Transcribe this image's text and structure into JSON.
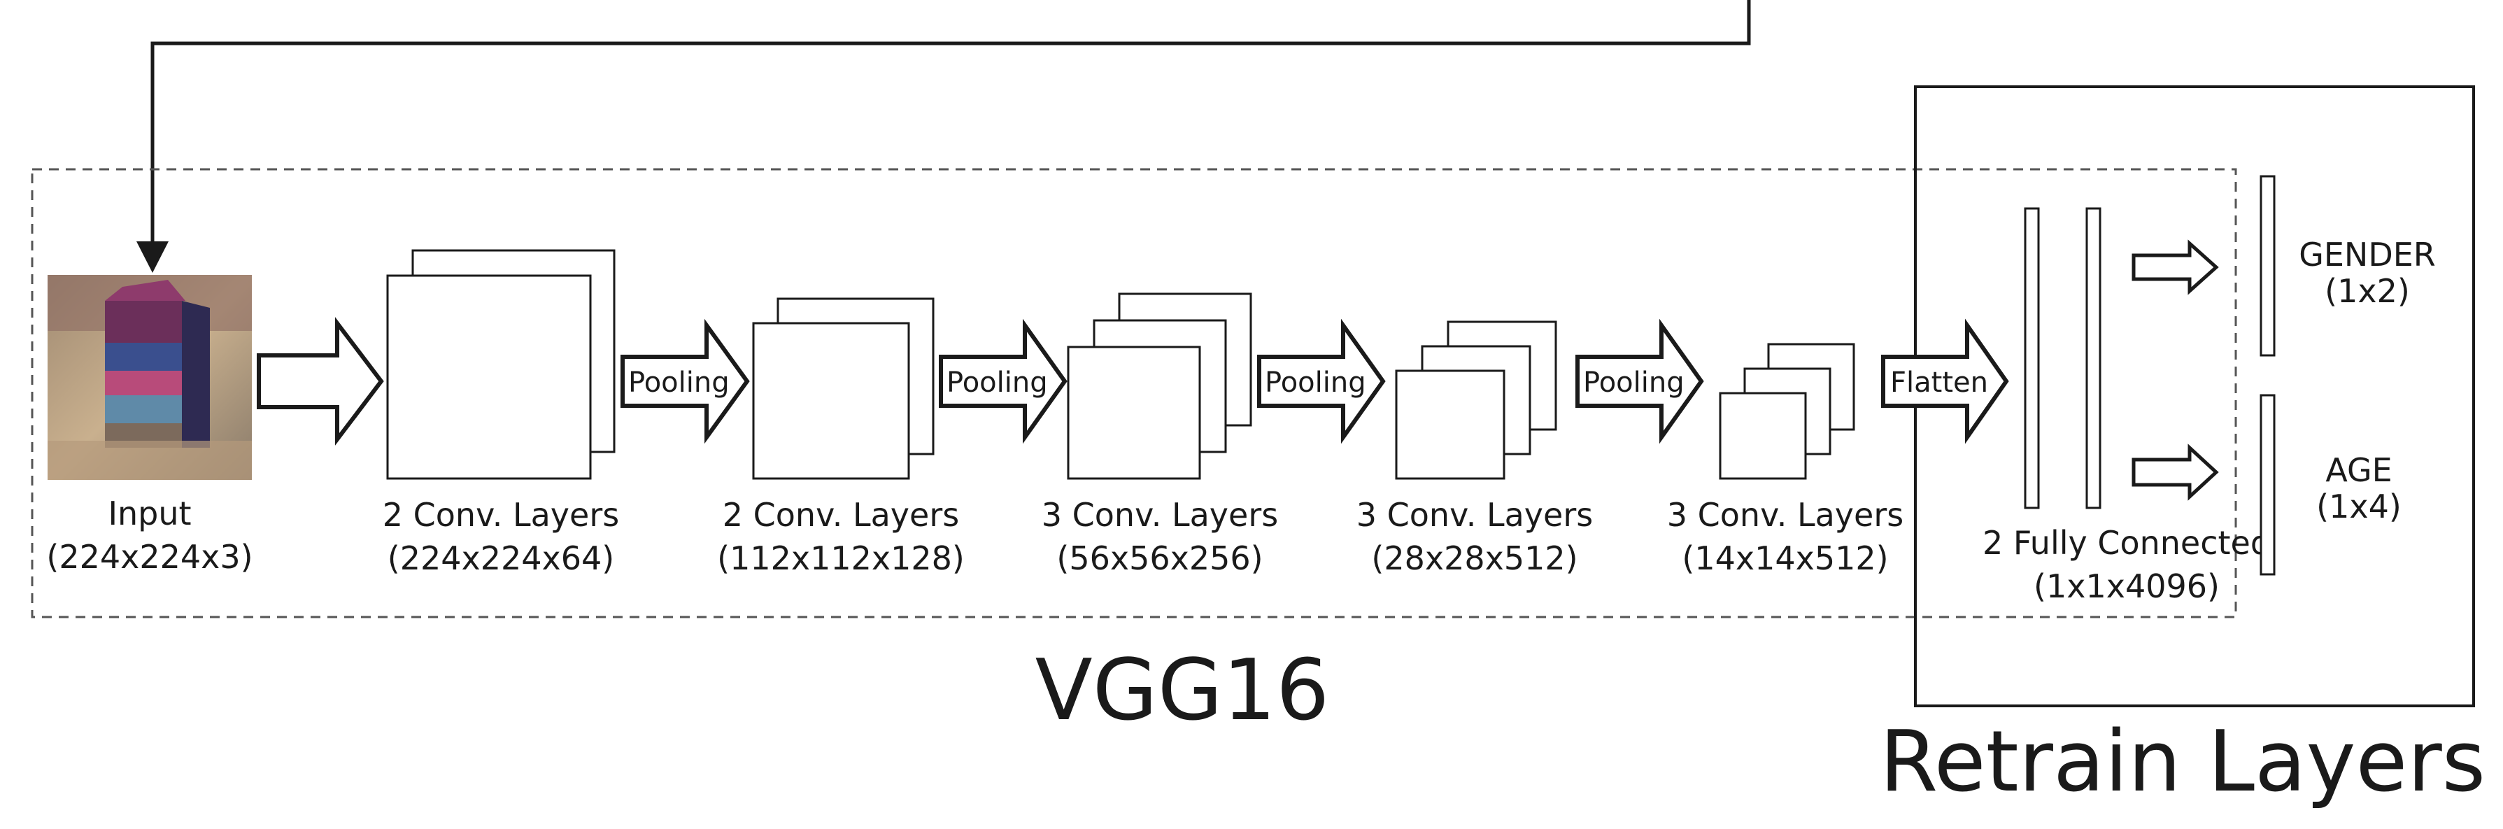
{
  "title": "VGG16",
  "retrain_title": "Retrain Layers",
  "input": {
    "label": "Input",
    "dims": "(224x224x3)"
  },
  "blocks": [
    {
      "label": "2 Conv. Layers",
      "dims": "(224x224x64)"
    },
    {
      "label": "2 Conv. Layers",
      "dims": "(112x112x128)"
    },
    {
      "label": "3 Conv. Layers",
      "dims": "(56x56x256)"
    },
    {
      "label": "3 Conv. Layers",
      "dims": "(28x28x512)"
    },
    {
      "label": "3 Conv. Layers",
      "dims": "(14x14x512)"
    }
  ],
  "arrows": [
    "Pooling",
    "Pooling",
    "Pooling",
    "Pooling",
    "Flatten"
  ],
  "fully_connected": {
    "label": "2 Fully Connected",
    "dims": "(1x1x4096)"
  },
  "outputs": [
    {
      "label": "GENDER",
      "dims": "(1x2)"
    },
    {
      "label": "AGE",
      "dims": "(1x4)"
    }
  ],
  "colors": {
    "stroke": "#1a1a1a",
    "dashed_border": "#555555",
    "background": "#ffffff"
  }
}
